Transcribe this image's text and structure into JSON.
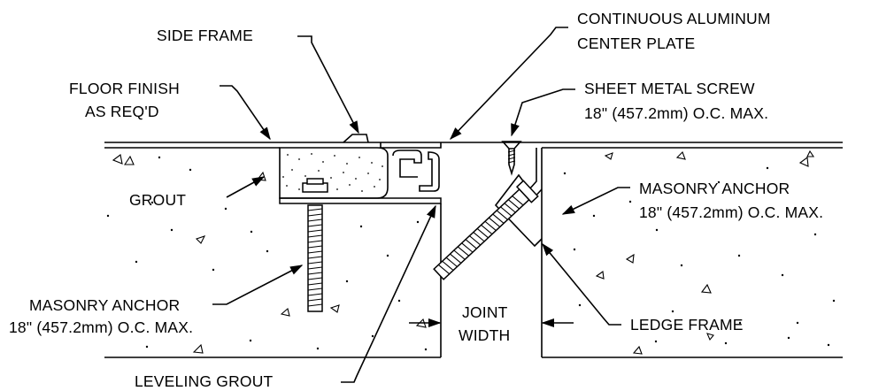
{
  "labels": {
    "side_frame": "SIDE FRAME",
    "center_plate_1": "CONTINUOUS ALUMINUM",
    "center_plate_2": "CENTER PLATE",
    "floor_finish_1": "FLOOR FINISH",
    "floor_finish_2": "AS REQ'D",
    "screw_1": "SHEET METAL SCREW",
    "screw_2": "18\" (457.2mm) O.C. MAX.",
    "grout": "GROUT",
    "anchor_right_1": "MASONRY ANCHOR",
    "anchor_right_2": "18\" (457.2mm) O.C. MAX.",
    "anchor_left_1": "MASONRY ANCHOR",
    "anchor_left_2": "18\" (457.2mm) O.C. MAX.",
    "joint_1": "JOINT",
    "joint_2": "WIDTH",
    "ledge_frame": "LEDGE FRAME",
    "leveling_grout": "LEVELING GROUT"
  }
}
